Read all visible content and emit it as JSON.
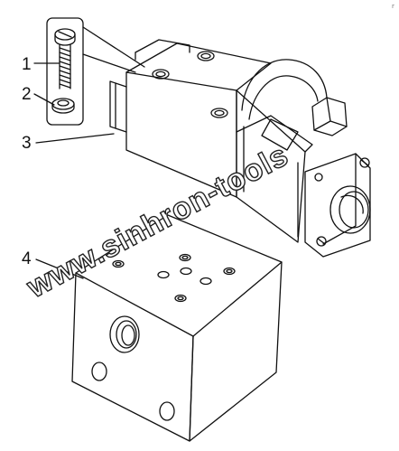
{
  "drawing": {
    "callouts": [
      {
        "id": "1",
        "text": "1",
        "part": "screw"
      },
      {
        "id": "2",
        "text": "2",
        "part": "washer"
      },
      {
        "id": "3",
        "text": "3",
        "part": "solenoid-valve"
      },
      {
        "id": "4",
        "text": "4",
        "part": "mounting-block"
      }
    ],
    "watermark": "www.sinhron-tools",
    "corner_mark": "r"
  },
  "colors": {
    "line": "#111111",
    "background": "#ffffff",
    "watermark_fill": "#ffffff"
  }
}
